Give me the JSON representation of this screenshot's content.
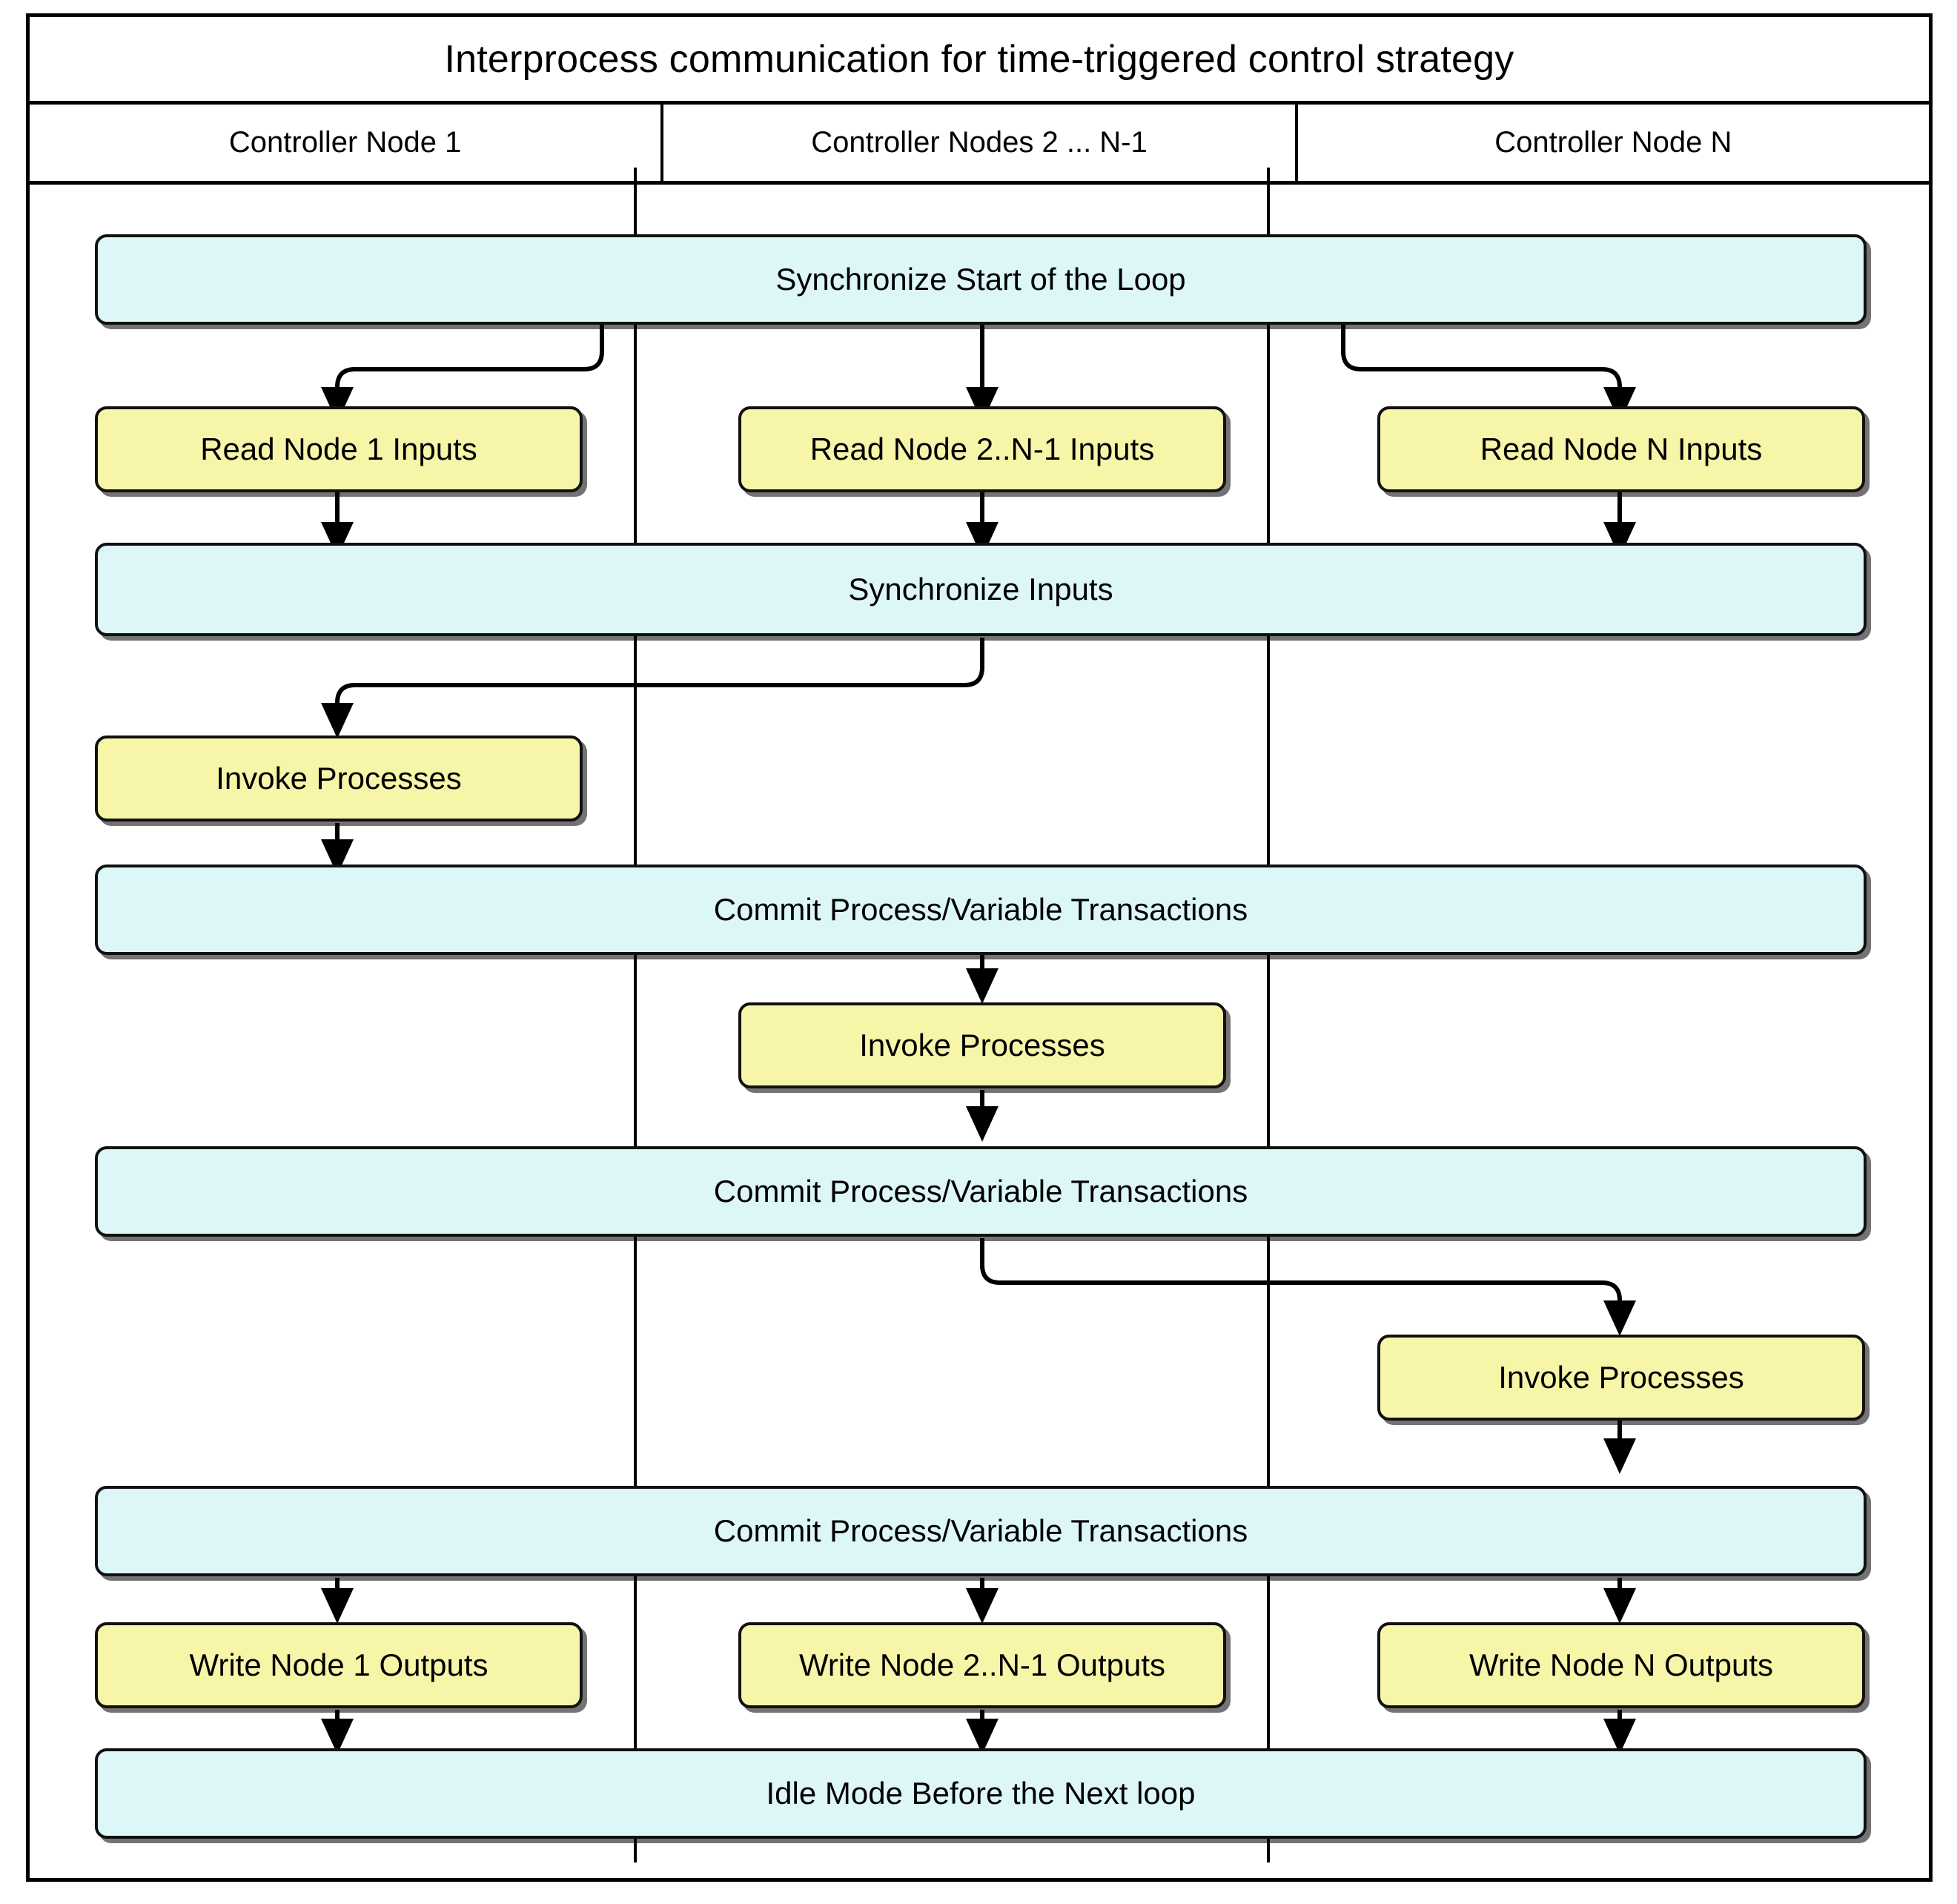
{
  "diagram": {
    "title": "Interprocess communication for time-triggered control strategy",
    "columns": [
      {
        "label": "Controller Node 1"
      },
      {
        "label": "Controller Nodes 2 ... N-1"
      },
      {
        "label": "Controller Node N"
      }
    ],
    "colors": {
      "sync_fill": "#ddf7f9",
      "task_fill": "#f7f5a8",
      "stroke": "#111111",
      "page": "#ffffff"
    },
    "nodes": {
      "sync_start": "Synchronize Start of  the Loop",
      "read_node1": "Read Node 1 Inputs",
      "read_node2n1": "Read Node 2..N-1 Inputs",
      "read_nodeN": "Read Node N Inputs",
      "sync_inputs": "Synchronize Inputs",
      "invoke_1": "Invoke Processes",
      "commit_1": "Commit Process/Variable Transactions",
      "invoke_2": "Invoke Processes",
      "commit_2": "Commit Process/Variable Transactions",
      "invoke_3": "Invoke Processes",
      "commit_3": "Commit Process/Variable Transactions",
      "write_node1": "Write Node 1 Outputs",
      "write_node2n1": "Write Node 2..N-1 Outputs",
      "write_nodeN": "Write Node N Outputs",
      "idle": "Idle Mode Before the Next loop"
    }
  }
}
